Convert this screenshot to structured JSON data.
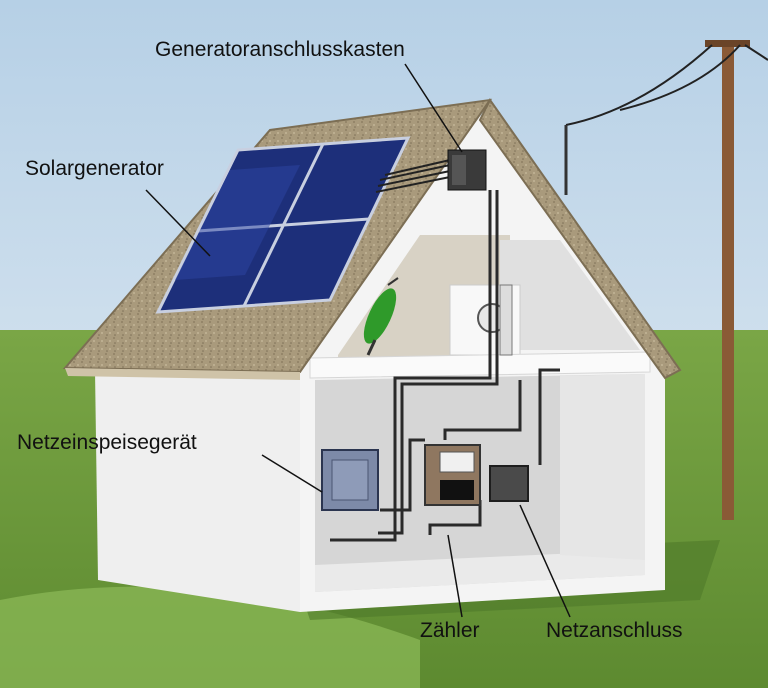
{
  "labels": {
    "junction_box": "Generatoranschlusskasten",
    "solar_generator": "Solargenerator",
    "grid_feed_device": "Netzeinspeisegerät",
    "meter": "Zähler",
    "grid_connection": "Netzanschluss"
  },
  "colors": {
    "sky_top": "#b9d3e8",
    "sky_bottom": "#e4edf3",
    "grass": "#6f9c3c",
    "grass_light": "#8db85a",
    "roof": "#a89878",
    "wall": "#f2f2f2",
    "panel": "#1d2f7a",
    "pole": "#8a5a36",
    "cable": "#2a2a2a"
  },
  "icons": [
    "solar-panel",
    "junction-box",
    "inverter",
    "meter",
    "grid-connection-box",
    "utility-pole",
    "wind-turbine-model"
  ]
}
